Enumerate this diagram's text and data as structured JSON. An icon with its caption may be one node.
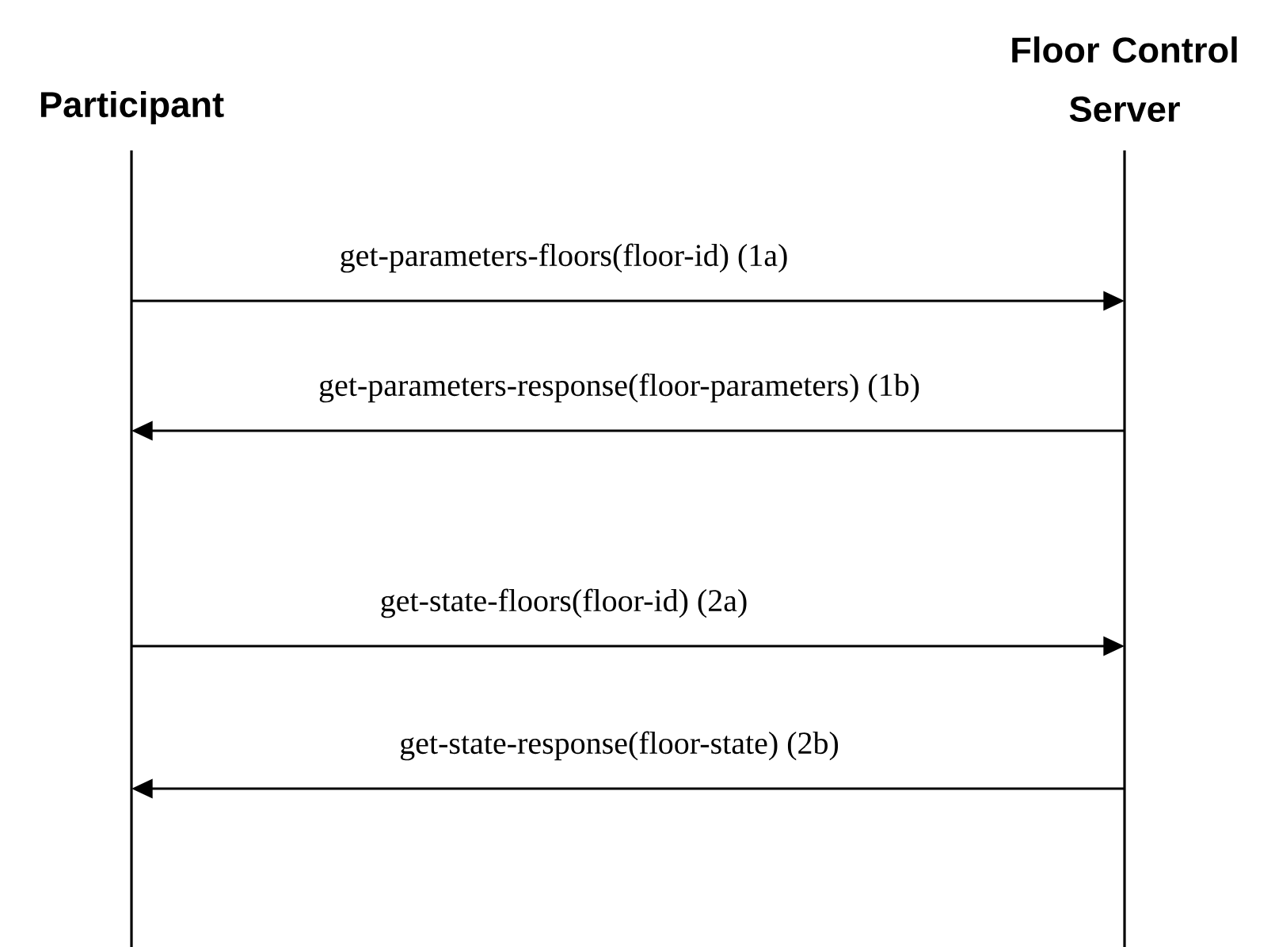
{
  "diagram": {
    "nodes": [
      {
        "text": [
          "Participant"
        ]
      },
      {
        "text": [
          "Floor Control Server"
        ]
      }
    ],
    "edges": [
      {
        "from": 0,
        "to": 1,
        "arrow": "to",
        "label": "get-parameters-floors(floor-id) (1a)"
      },
      {
        "from": 1,
        "to": 0,
        "arrow": "to",
        "label": "get-parameters-response(floor-parameters) (1b)"
      },
      {
        "from": 0,
        "to": 1,
        "arrow": "to",
        "label": "get-state-floors(floor-id) (2a)"
      },
      {
        "from": 1,
        "to": 0,
        "arrow": "to",
        "label": "get-state-response(floor-state) (2b)"
      }
    ]
  }
}
